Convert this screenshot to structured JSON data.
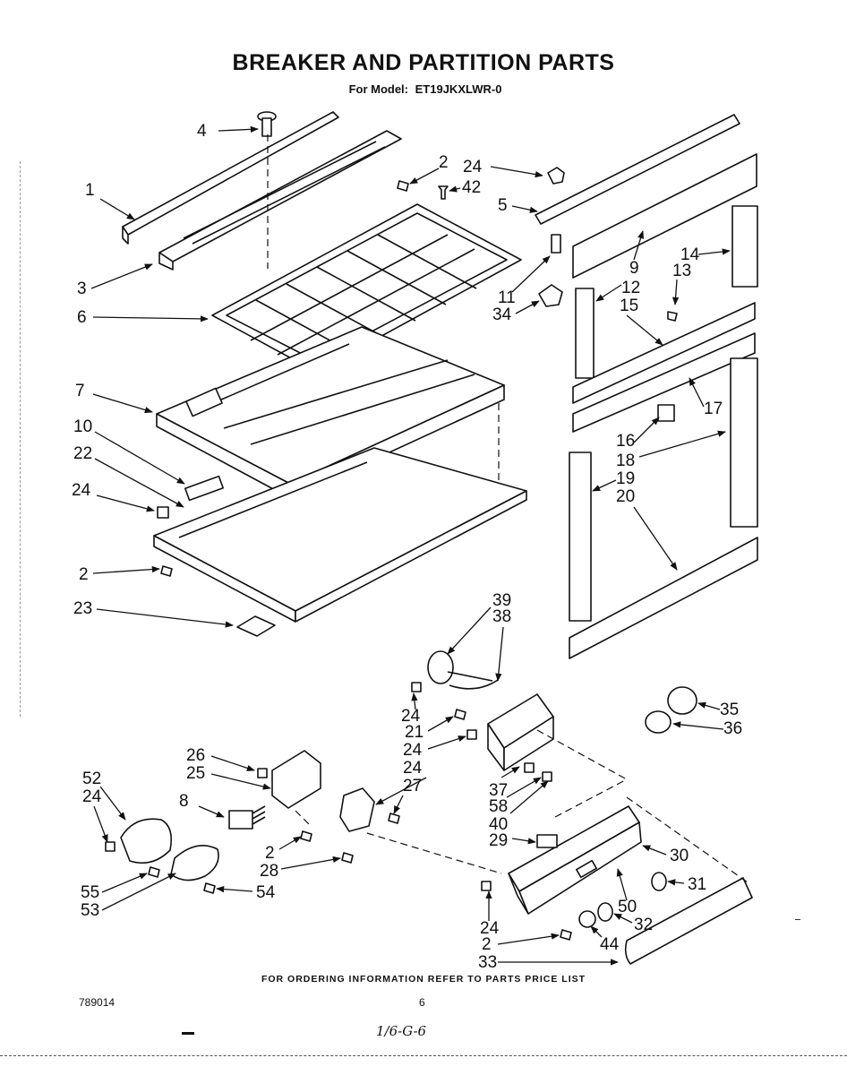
{
  "header": {
    "title": "BREAKER AND PARTITION PARTS",
    "model_label": "For Model:",
    "model_number": "ET19JKXLWR-0"
  },
  "footer": {
    "ordering_note": "FOR ORDERING INFORMATION REFER TO PARTS PRICE LIST",
    "doc_number": "789014",
    "page_number": "6",
    "handwritten_note": "1/6-G-6"
  },
  "callouts": [
    {
      "label": "4"
    },
    {
      "label": "1"
    },
    {
      "label": "3"
    },
    {
      "label": "6"
    },
    {
      "label": "2"
    },
    {
      "label": "42"
    },
    {
      "label": "24"
    },
    {
      "label": "5"
    },
    {
      "label": "9"
    },
    {
      "label": "14"
    },
    {
      "label": "13"
    },
    {
      "label": "11"
    },
    {
      "label": "12"
    },
    {
      "label": "34"
    },
    {
      "label": "15"
    },
    {
      "label": "7"
    },
    {
      "label": "17"
    },
    {
      "label": "10"
    },
    {
      "label": "16"
    },
    {
      "label": "22"
    },
    {
      "label": "18"
    },
    {
      "label": "19"
    },
    {
      "label": "24"
    },
    {
      "label": "20"
    },
    {
      "label": "2"
    },
    {
      "label": "23"
    },
    {
      "label": "39"
    },
    {
      "label": "38"
    },
    {
      "label": "35"
    },
    {
      "label": "24"
    },
    {
      "label": "36"
    },
    {
      "label": "21"
    },
    {
      "label": "24"
    },
    {
      "label": "24"
    },
    {
      "label": "26"
    },
    {
      "label": "25"
    },
    {
      "label": "52"
    },
    {
      "label": "27"
    },
    {
      "label": "37"
    },
    {
      "label": "24"
    },
    {
      "label": "8"
    },
    {
      "label": "58"
    },
    {
      "label": "40"
    },
    {
      "label": "29"
    },
    {
      "label": "30"
    },
    {
      "label": "2"
    },
    {
      "label": "28"
    },
    {
      "label": "31"
    },
    {
      "label": "55"
    },
    {
      "label": "54"
    },
    {
      "label": "53"
    },
    {
      "label": "50"
    },
    {
      "label": "24"
    },
    {
      "label": "32"
    },
    {
      "label": "2"
    },
    {
      "label": "44"
    },
    {
      "label": "33"
    }
  ]
}
